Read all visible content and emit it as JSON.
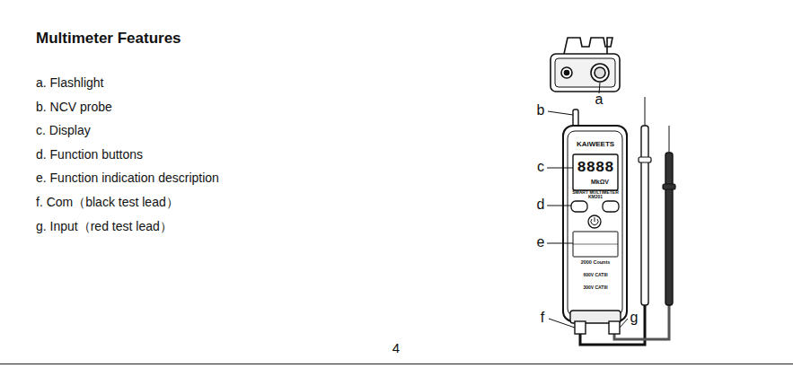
{
  "diagram": {
    "title": "Multimeter Features",
    "labels": [
      "a. Flashlight",
      "b. NCV probe",
      "c. Display",
      "d. Function buttons",
      "e. Function indication description",
      "f. Com（black test lead）",
      "g. Input（red test lead）",
      "4",
      "a",
      "b",
      "c",
      "d",
      "e",
      "f",
      "g",
      "KAiWEETS",
      "8888",
      "MkΩV",
      "SMART MULTIMETER",
      "KM201",
      "2000 Counts",
      "600V CATIII",
      "300V CATIII"
    ]
  }
}
